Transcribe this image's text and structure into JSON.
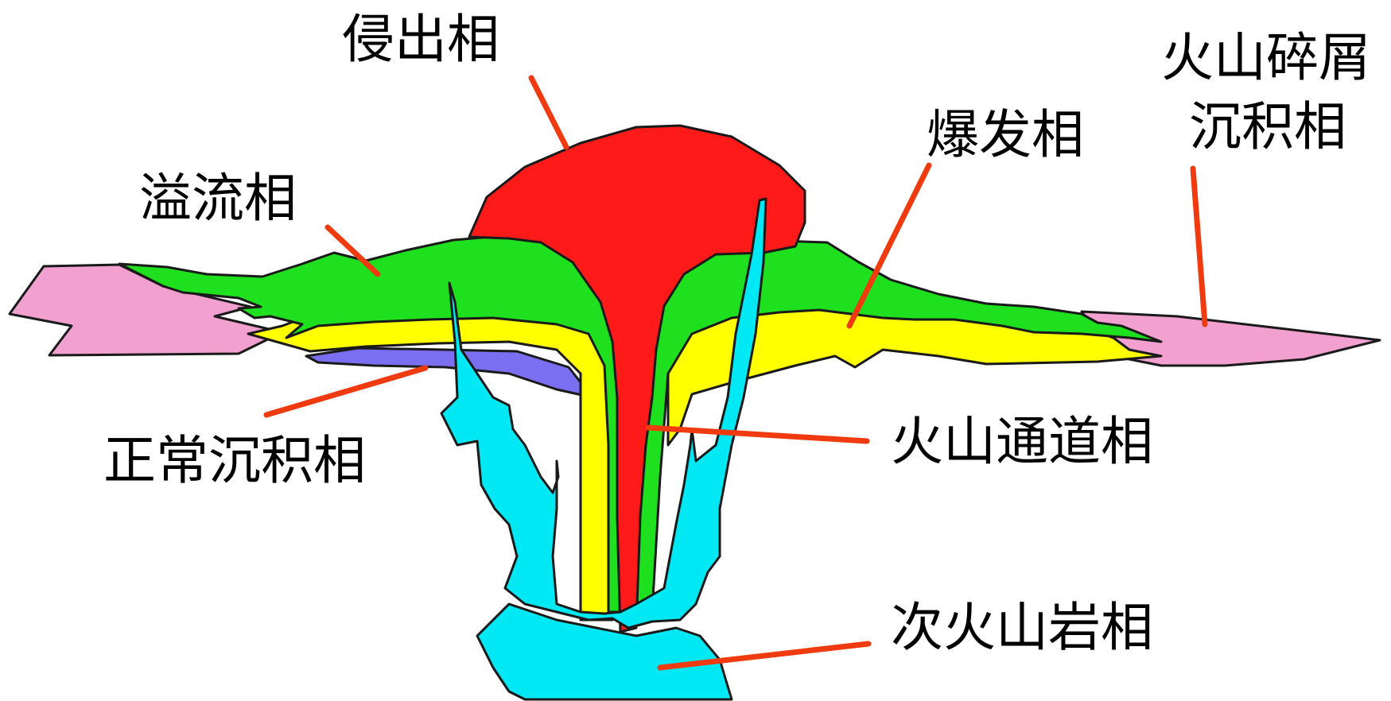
{
  "labels": {
    "extrusive": "侵出相",
    "pyroclastic_line1": "火山碎屑",
    "pyroclastic_line2": "沉积相",
    "explosive": "爆发相",
    "effusive": "溢流相",
    "normal_sedimentary": "正常沉积相",
    "conduit": "火山通道相",
    "subvolcanic": "次火山岩相"
  },
  "colors": {
    "extrusive": "#ff1a1a",
    "effusive": "#1ee01e",
    "explosive": "#ffff00",
    "pyroclastic": "#f2a0d0",
    "normal_sedimentary": "#7a6ff0",
    "subvolcanic": "#00e8f4",
    "arrow": "#f03a10",
    "outline": "#1a1a1a",
    "text": "#000000"
  }
}
